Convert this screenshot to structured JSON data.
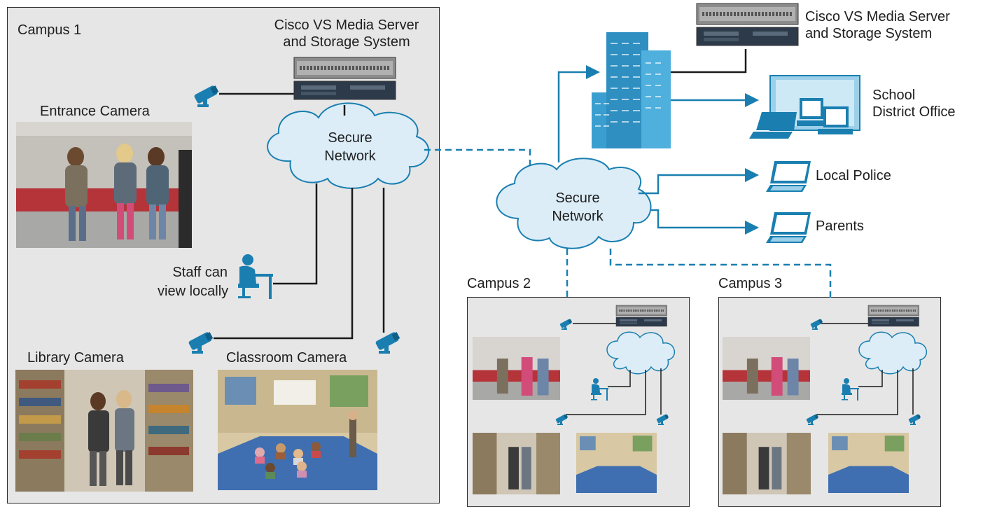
{
  "campus1": {
    "title": "Campus 1",
    "server_label_line1": "Cisco VS Media Server",
    "server_label_line2": "and Storage System",
    "cloud_line1": "Secure",
    "cloud_line2": "Network",
    "entrance_camera_label": "Entrance Camera",
    "staff_line1": "Staff can",
    "staff_line2": "view locally",
    "library_camera_label": "Library Camera",
    "classroom_camera_label": "Classroom Camera"
  },
  "district": {
    "server_label_line1": "Cisco VS Media Server",
    "server_label_line2": "and Storage System",
    "office_line1": "School",
    "office_line2": "District Office",
    "cloud_line1": "Secure",
    "cloud_line2": "Network",
    "police_label": "Local Police",
    "parents_label": "Parents"
  },
  "campus2": {
    "title": "Campus 2"
  },
  "campus3": {
    "title": "Campus 3"
  },
  "colors": {
    "link_blue": "#1a7fb0",
    "building_blue": "#2f8fc1",
    "panel_gray": "#e6e6e6",
    "cloud_fill": "#dcedf8",
    "cloud_stroke": "#1a7fb0"
  },
  "icons": [
    "camera-icon",
    "server-icon",
    "cloud-icon",
    "building-icon",
    "desktop-workstation-icon",
    "laptop-icon",
    "seated-staff-icon"
  ]
}
